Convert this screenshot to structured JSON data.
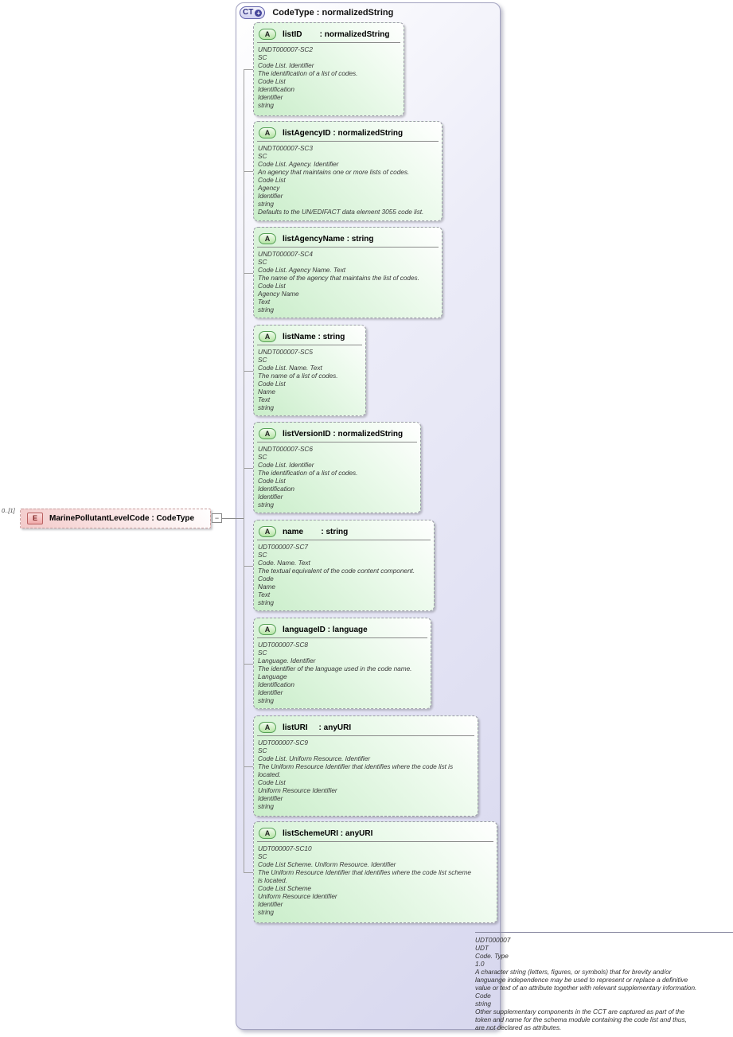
{
  "element": {
    "cardinality": "0..[1]",
    "badge": "E",
    "label": "MarinePollutantLevelCode : CodeType",
    "collapse_glyph": "−"
  },
  "root": {
    "badge": "CT",
    "expand_glyph": "+",
    "title": "CodeType : normalizedString",
    "attributes": [
      {
        "badge": "A",
        "title": "listID        : normalizedString",
        "lines": [
          "UNDT000007-SC2",
          "SC",
          "Code List. Identifier",
          "The identification of a list of codes.",
          "Code List",
          "Identification",
          "Identifier",
          "string"
        ]
      },
      {
        "badge": "A",
        "title": "listAgencyID : normalizedString",
        "lines": [
          "UNDT000007-SC3",
          "SC",
          "Code List. Agency. Identifier",
          "An agency that maintains one or more lists of codes.",
          "Code List",
          "Agency",
          "Identifier",
          "string",
          "Defaults to the UN/EDIFACT data element 3055 code list."
        ]
      },
      {
        "badge": "A",
        "title": "listAgencyName : string",
        "lines": [
          "UNDT000007-SC4",
          "SC",
          "Code List. Agency Name. Text",
          "The name of the agency that maintains the list of codes.",
          "Code List",
          "Agency Name",
          "Text",
          "string"
        ]
      },
      {
        "badge": "A",
        "title": "listName : string",
        "lines": [
          "UNDT000007-SC5",
          "SC",
          "Code List. Name. Text",
          "The name of a list of codes.",
          "Code List",
          "Name",
          "Text",
          "string"
        ]
      },
      {
        "badge": "A",
        "title": "listVersionID : normalizedString",
        "lines": [
          "UNDT000007-SC6",
          "SC",
          "Code List. Identifier",
          "The identification of a list of codes.",
          "Code List",
          "Identification",
          "Identifier",
          "string"
        ]
      },
      {
        "badge": "A",
        "title": "name        : string",
        "lines": [
          "UDT000007-SC7",
          "SC",
          "Code. Name. Text",
          "The textual equivalent of the code content component.",
          "Code",
          "Name",
          "Text",
          "string"
        ]
      },
      {
        "badge": "A",
        "title": "languageID : language",
        "lines": [
          "UDT000007-SC8",
          "SC",
          "Language. Identifier",
          "The identifier of the language used in the code name.",
          "Language",
          "Identification",
          "Identifier",
          "string"
        ]
      },
      {
        "badge": "A",
        "title": "listURI     : anyURI",
        "lines": [
          "UDT000007-SC9",
          "SC",
          "Code List. Uniform Resource. Identifier",
          "The Uniform Resource Identifier that identifies where the code list is",
          "located.",
          "Code List",
          "Uniform Resource Identifier",
          "Identifier",
          "string"
        ]
      },
      {
        "badge": "A",
        "title": "listSchemeURI : anyURI",
        "lines": [
          "UDT000007-SC10",
          "SC",
          "Code List Scheme. Uniform Resource. Identifier",
          "The Uniform Resource Identifier that identifies where the code list scheme",
          "is located.",
          "Code List Scheme",
          "Uniform Resource Identifier",
          "Identifier",
          "string"
        ]
      }
    ],
    "footer_lines": [
      "UDT000007",
      "UDT",
      "Code. Type",
      "1.0",
      "A character string (letters, figures, or symbols) that for brevity and/or",
      "languange independence may be used to represent or replace a definitive",
      "value or text of an attribute together with relevant supplementary information.",
      "Code",
      "string",
      "Other supplementary components in the CCT are captured as part of the",
      "token and name for the schema module containing the code list and thus,",
      "are not declared as attributes."
    ]
  }
}
